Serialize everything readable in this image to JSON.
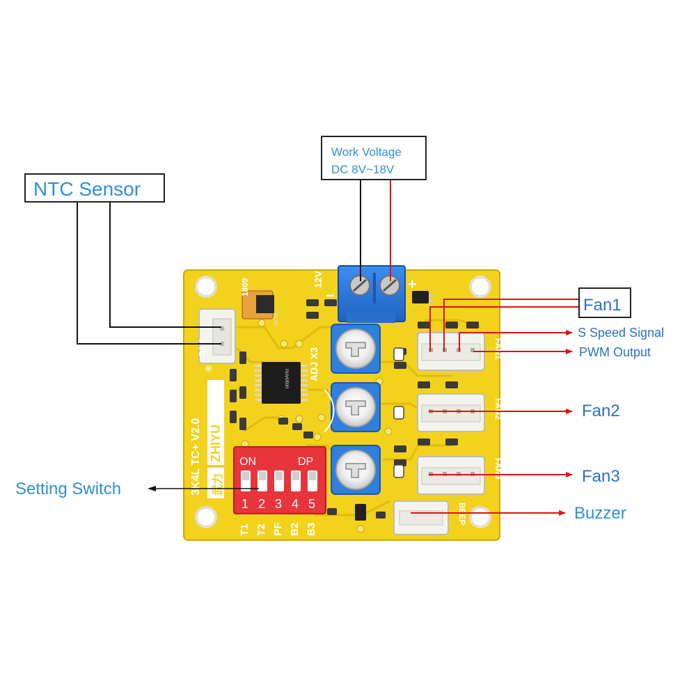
{
  "callouts": {
    "work_voltage": "Work Voltage",
    "dc_range": "DC 8V~18V",
    "ntc_sensor": "NTC Sensor",
    "fan1": "Fan1",
    "s_speed_signal": "S Speed Signal",
    "pwm_output": "PWM Output",
    "fan2": "Fan2",
    "fan3": "Fan3",
    "setting_switch": "Setting Switch",
    "buzzer": "Buzzer"
  },
  "board": {
    "model": "3K4L TC+ V2.0",
    "brand": "ZHIYU",
    "logo_text": "武力",
    "registered_mark": "®",
    "batch": "1809",
    "adj_label": "ADJ X3",
    "ntc_label": "NTC",
    "voltage_label": "12V",
    "minus_sign": "−",
    "plus_sign": "+",
    "fan1_label": "FAN1",
    "fan2_label": "FAN2",
    "fan3_label": "FAN3",
    "beep_label": "BEEP",
    "chip_text": "nuvoton",
    "regulator_text": "78L05",
    "switch_on": "ON",
    "switch_dp": "DP",
    "switch_numbers": [
      "1",
      "2",
      "3",
      "4",
      "5"
    ],
    "switch_functions": [
      "T1",
      "T2",
      "PF",
      "B2",
      "B3"
    ]
  },
  "colors": {
    "pcb": "#f3d21e",
    "terminal_block": "#2f7fdc",
    "dip_switch": "#e8353b",
    "callout_line_red": "#e01010",
    "callout_line_black": "#111111",
    "callout_text": "#2f8fd8"
  }
}
